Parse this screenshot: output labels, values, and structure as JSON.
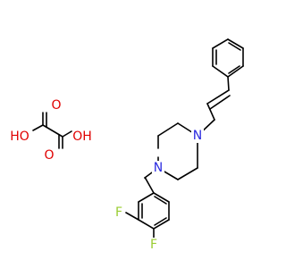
{
  "colors": {
    "background": "#ffffff",
    "bond": "#000000",
    "oxygen": "#e00000",
    "nitrogen": "#2a2ae0",
    "fluorine": "#9acd32"
  },
  "labels": {
    "ho": "HO",
    "oh": "OH",
    "o_top": "O",
    "o_bottom": "O",
    "n_upper": "N",
    "n_lower": "N",
    "f_left": "F",
    "f_bottom": "F"
  }
}
